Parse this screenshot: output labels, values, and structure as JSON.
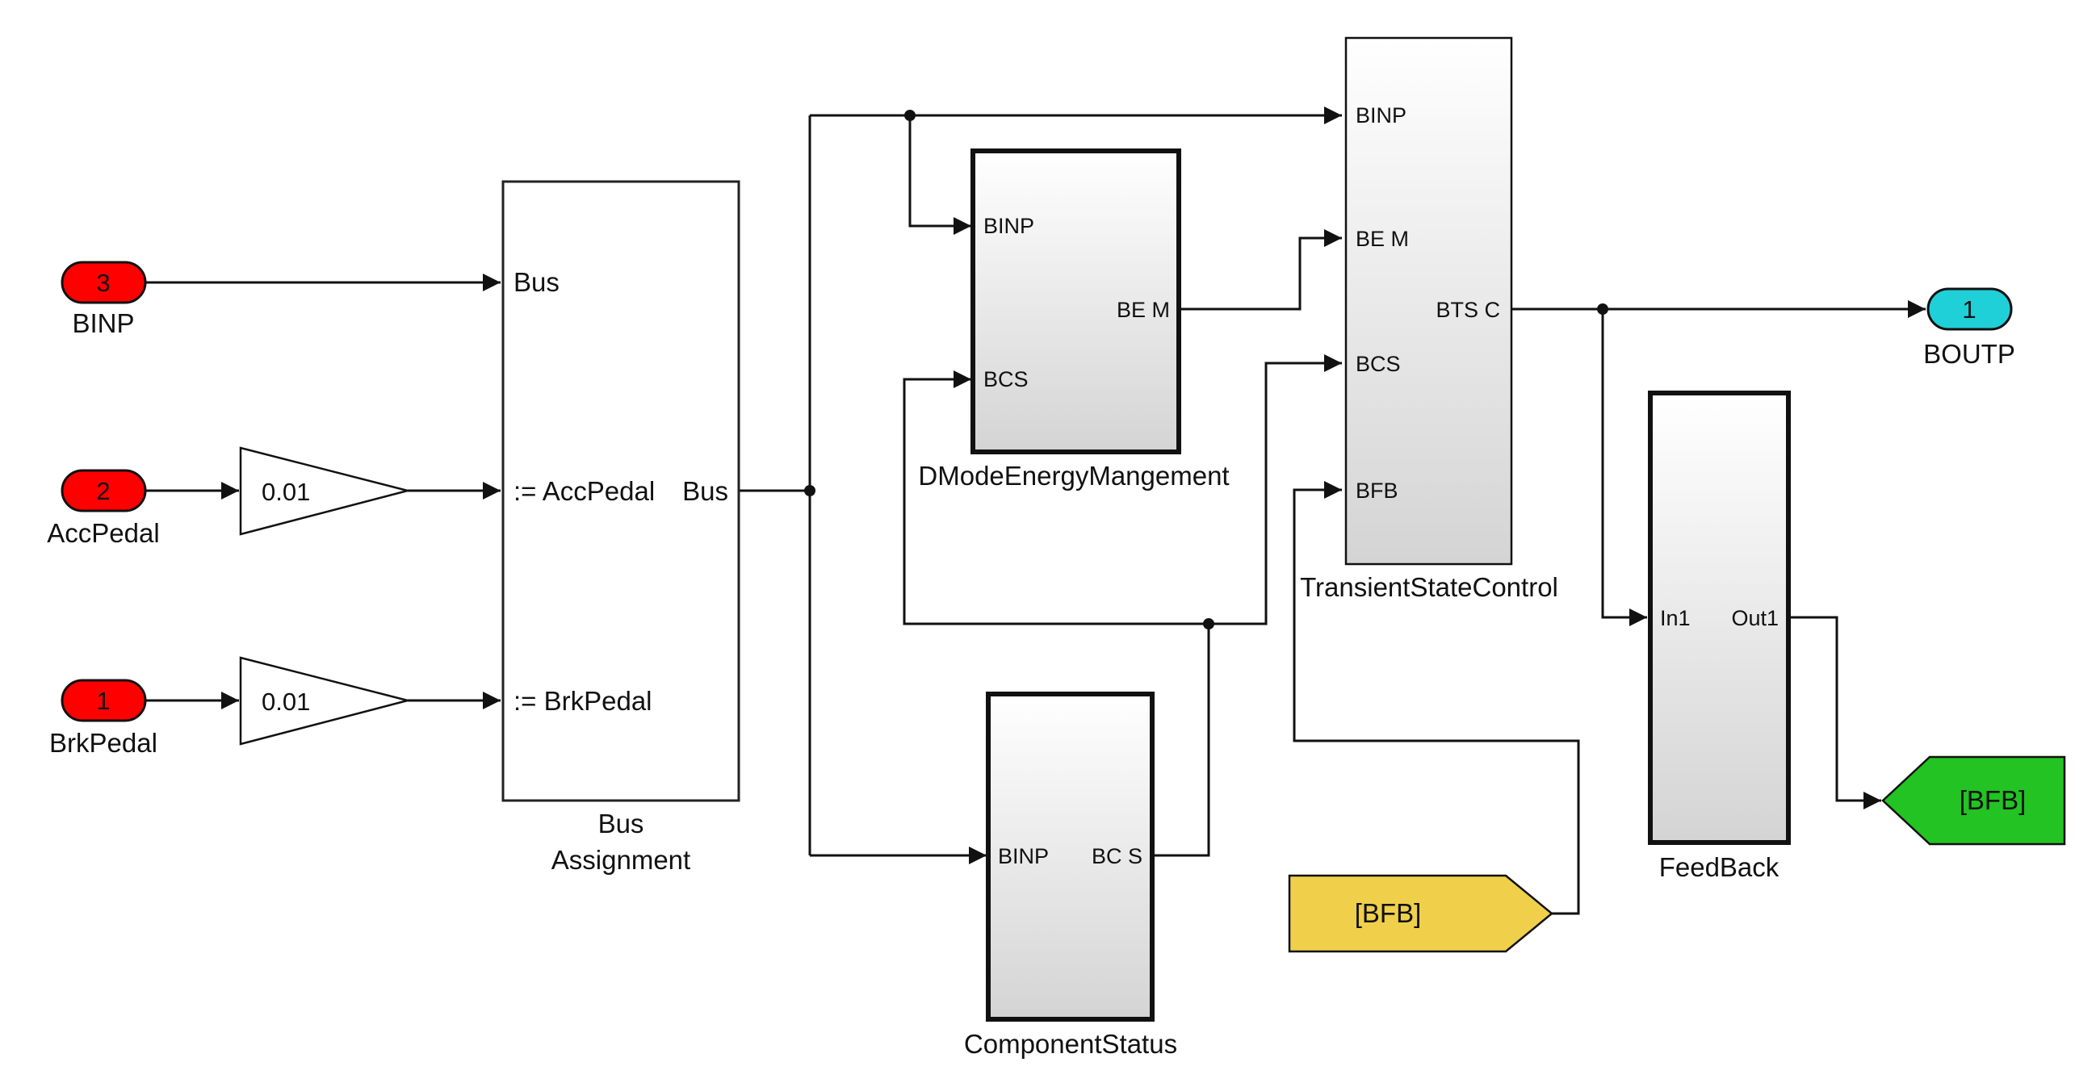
{
  "inports": [
    {
      "number": "3",
      "label": "BINP"
    },
    {
      "number": "2",
      "label": "AccPedal"
    },
    {
      "number": "1",
      "label": "BrkPedal"
    }
  ],
  "gains": [
    {
      "value": "0.01"
    },
    {
      "value": "0.01"
    }
  ],
  "bus_assignment": {
    "name_line1": "Bus",
    "name_line2": "Assignment",
    "in_bus": "Bus",
    "in_acc": ":= AccPedal",
    "in_brk": ":= BrkPedal",
    "out": "Bus"
  },
  "dmode": {
    "name": "DModeEnergyMangement",
    "in1": "BINP",
    "in2": "BCS",
    "out": "BE M"
  },
  "component_status": {
    "name": "ComponentStatus",
    "in": "BINP",
    "out": "BC S"
  },
  "transient": {
    "name": "TransientStateControl",
    "in1": "BINP",
    "in2": "BE M",
    "in3": "BCS",
    "in4": "BFB",
    "out": "BTS C"
  },
  "feedback": {
    "name": "FeedBack",
    "in": "In1",
    "out": "Out1"
  },
  "outport": {
    "number": "1",
    "label": "BOUTP"
  },
  "goto_tag": "[BFB]",
  "from_tag": "[BFB]",
  "colors": {
    "inport": "#ff0000",
    "outport": "#1fd0d8",
    "goto": "#22c322",
    "from": "#f0d04a"
  }
}
